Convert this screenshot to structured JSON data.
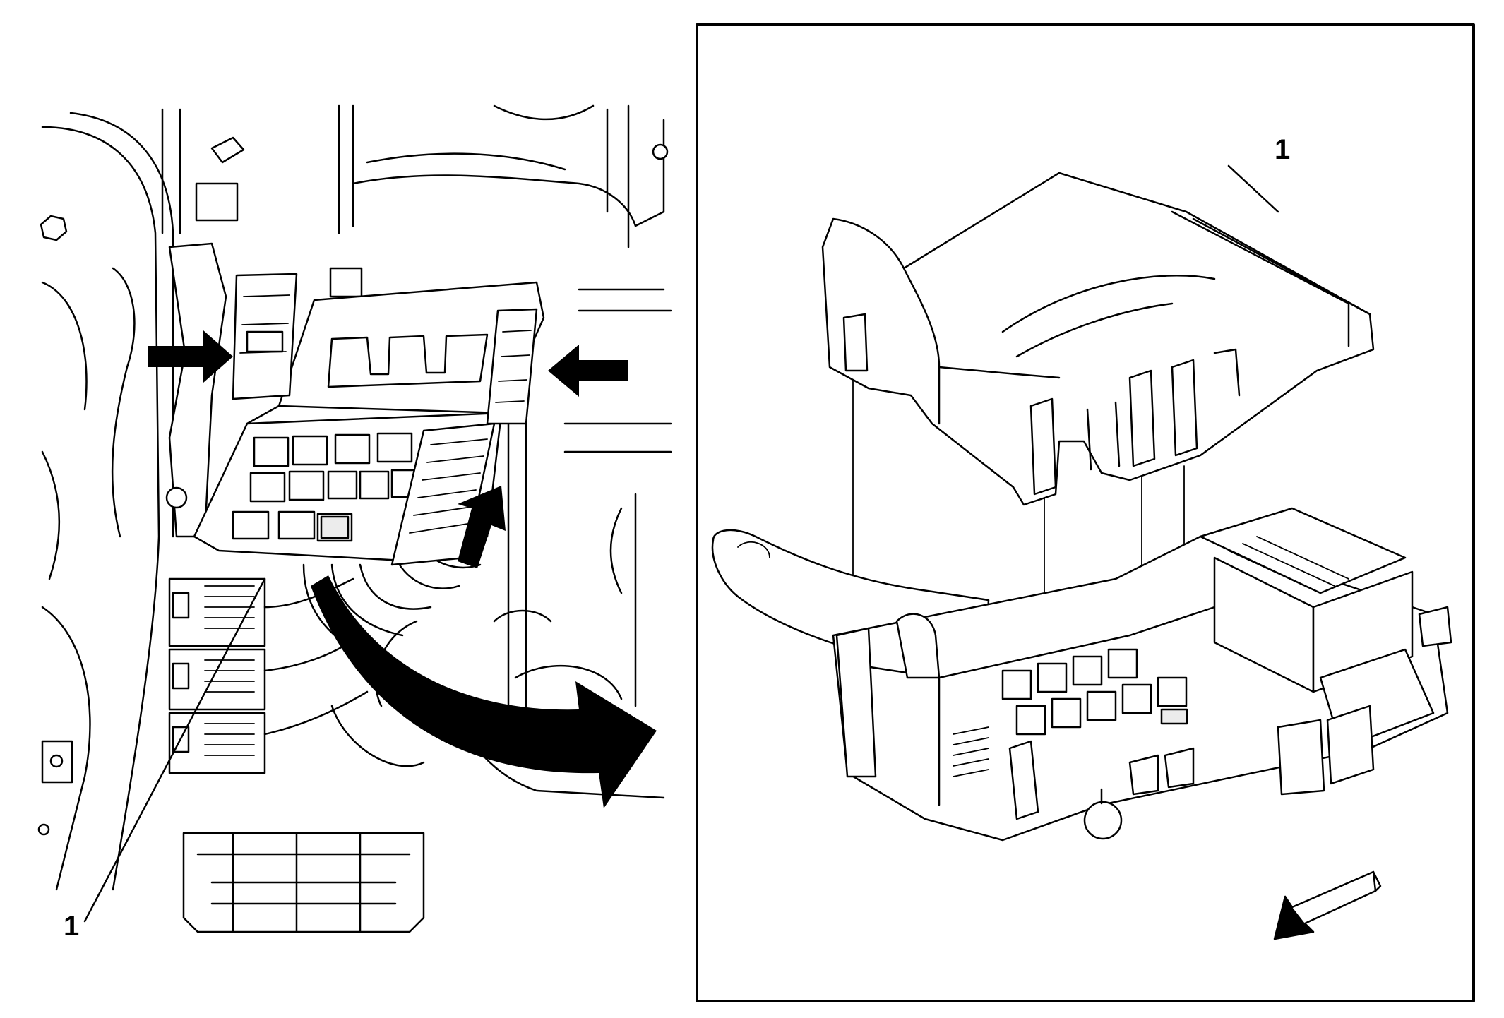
{
  "figure": {
    "left_panel": {
      "callouts": [
        {
          "id": "left-callout-1",
          "label": "1"
        }
      ]
    },
    "right_panel": {
      "callouts": [
        {
          "id": "right-callout-1",
          "label": "1"
        }
      ]
    }
  }
}
